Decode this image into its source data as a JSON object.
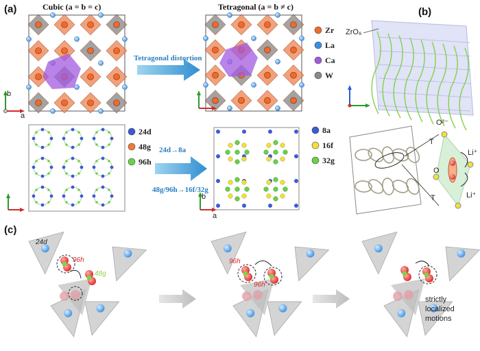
{
  "panels": {
    "a": "(a)",
    "b": "(b)",
    "c": "(c)"
  },
  "panel_a": {
    "cubic_title": "Cubic (a = b = c)",
    "tetragonal_title": "Tetragonal (a = b ≠ c)",
    "arrow_label": "Tetragonal distortion",
    "legend_atoms": [
      {
        "symbol": "Zr",
        "color": "#f06a2a"
      },
      {
        "symbol": "La",
        "color": "#3c8fe0"
      },
      {
        "symbol": "Ca",
        "color": "#a25ae0"
      },
      {
        "symbol": "W",
        "color": "#8a8a8a"
      }
    ],
    "legend_cubic_sites": [
      {
        "label": "24d",
        "color": "#3b5bd6"
      },
      {
        "label": "48g",
        "color": "#f07a3a"
      },
      {
        "label": "96h",
        "color": "#6bd14a"
      }
    ],
    "legend_tet_sites": [
      {
        "label": "8a",
        "color": "#3b5bd6"
      },
      {
        "label": "16f",
        "color": "#f0e040"
      },
      {
        "label": "32g",
        "color": "#6bd14a"
      }
    ],
    "site_arrow_top": "24d→8a",
    "site_arrow_bottom": "48g/96h→16f/32g",
    "axis_b": "b",
    "axis_a": "a"
  },
  "panel_b": {
    "zro6_label": "ZrO₆",
    "o_label": "O²⁻",
    "t_label_top": "T",
    "t_label_bottom": "T",
    "o_site_label": "O",
    "li_top": "Li⁺",
    "li_bottom": "Li⁺"
  },
  "panel_c": {
    "site_24d": "24d",
    "site_96h": "96h",
    "site_48g": "48g",
    "site_96h_b": "96h",
    "site_96h_prime": "96h′",
    "note_line1": "strictly",
    "note_line2": "localized",
    "note_line3": "motions"
  },
  "colors": {
    "zr": "#f06a2a",
    "la": "#3c8fe0",
    "ca": "#a25ae0",
    "arrow": "#45a6d8",
    "li_red": "#d8282a",
    "li_green": "#7fd24a",
    "tetra": "#d4d4d4"
  }
}
